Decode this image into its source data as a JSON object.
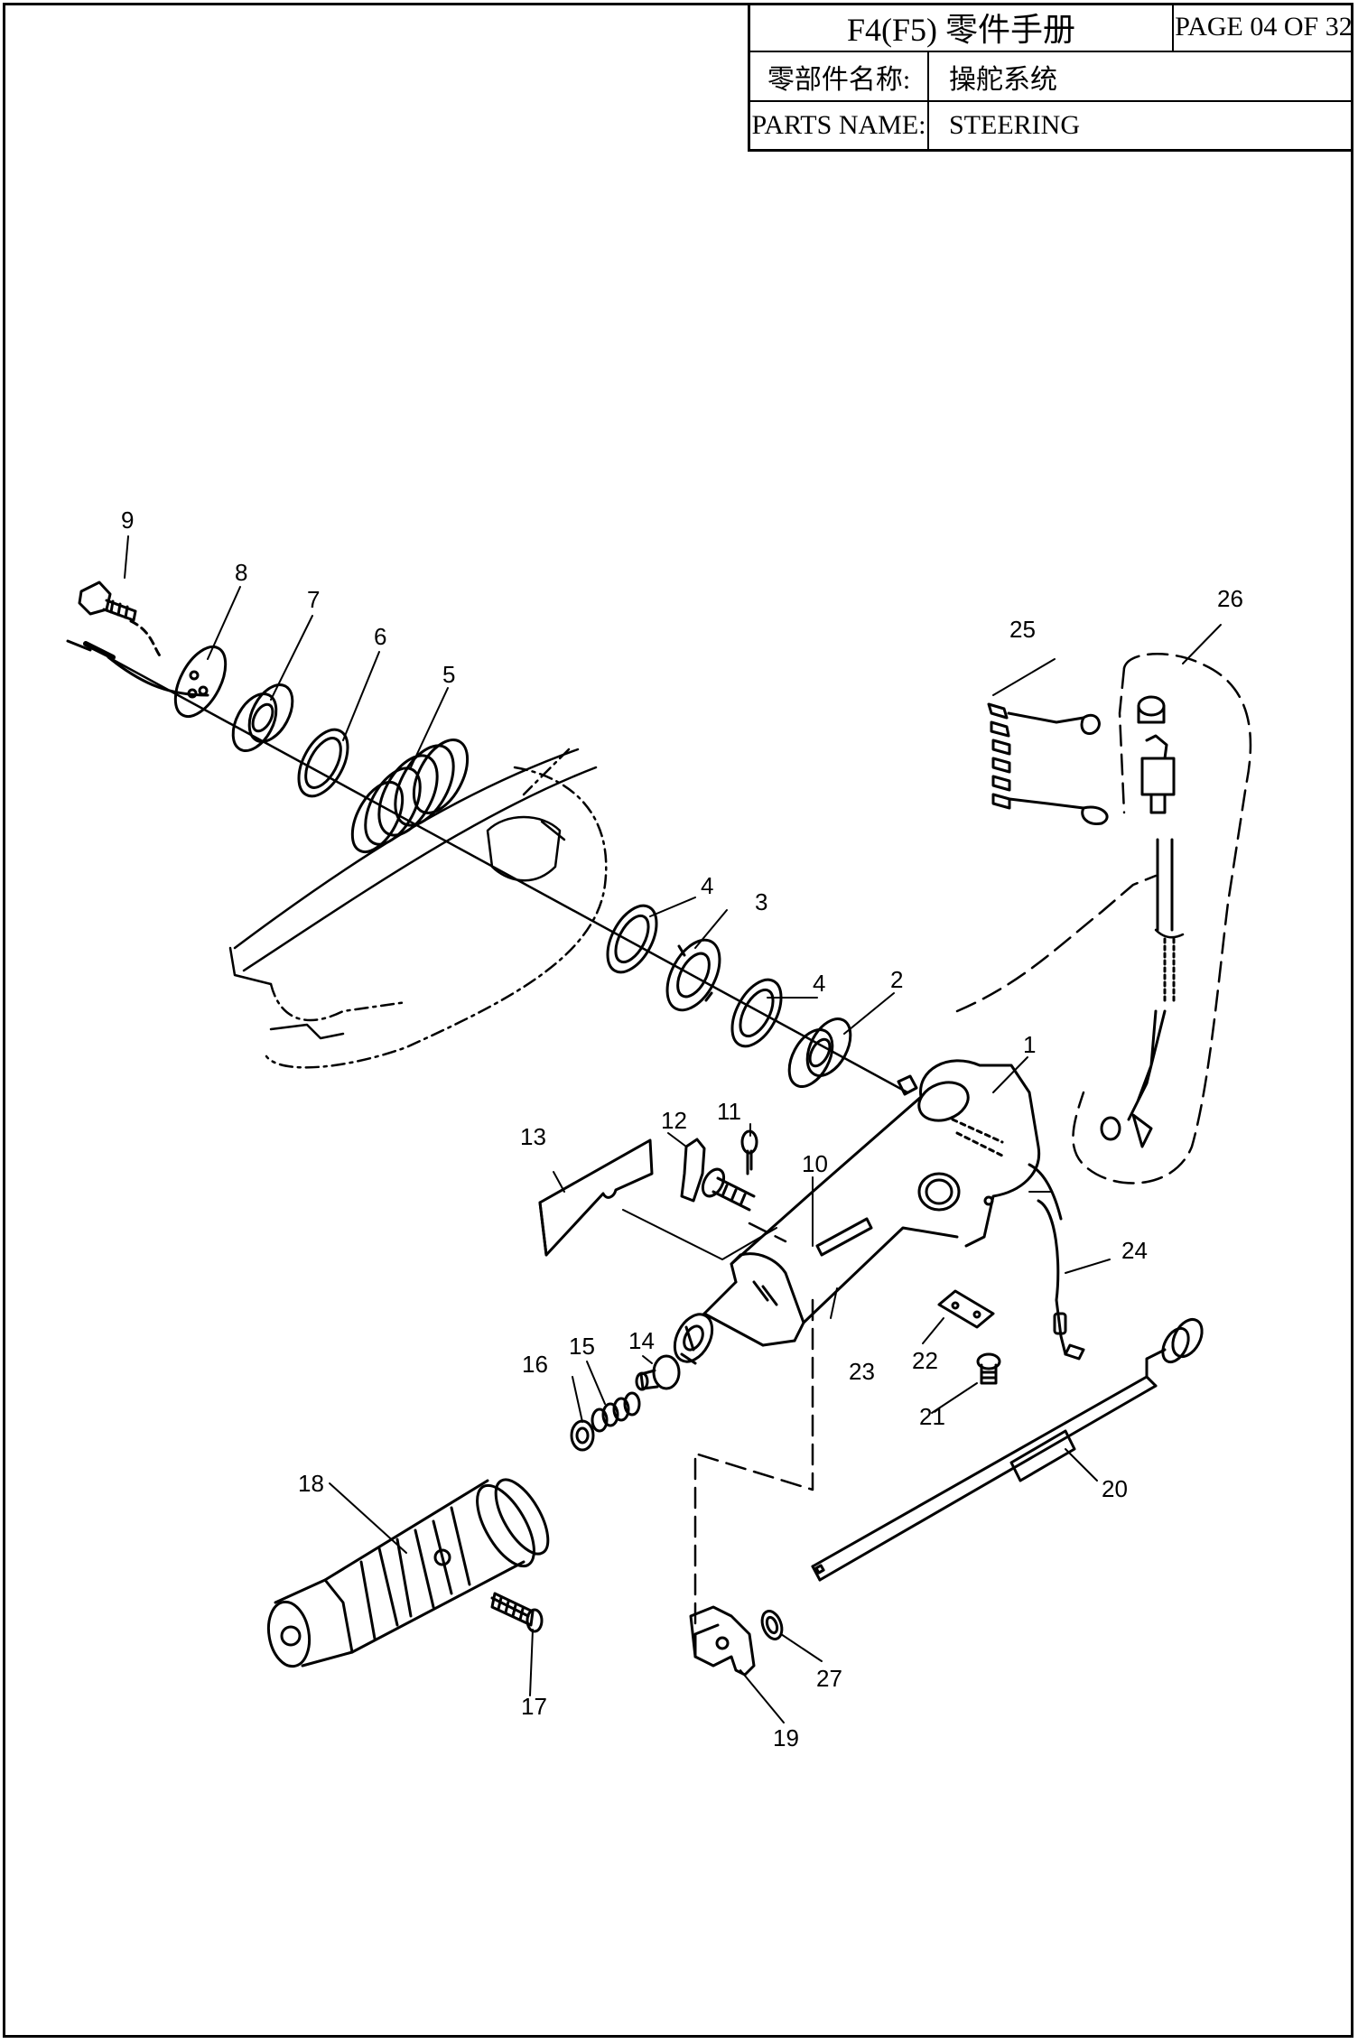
{
  "title_block": {
    "manual_title": "F4(F5) 零件手册",
    "page": "PAGE 04 OF 32",
    "part_name_label_cn": "零部件名称:",
    "part_name_value_cn": "操舵系统",
    "part_name_label_en": "PARTS NAME:",
    "part_name_value_en": "STEERING"
  },
  "callouts": [
    "1",
    "2",
    "3",
    "4",
    "4",
    "5",
    "6",
    "7",
    "8",
    "9",
    "10",
    "11",
    "12",
    "13",
    "14",
    "15",
    "16",
    "17",
    "18",
    "19",
    "20",
    "21",
    "22",
    "23",
    "24",
    "25",
    "26",
    "27"
  ]
}
